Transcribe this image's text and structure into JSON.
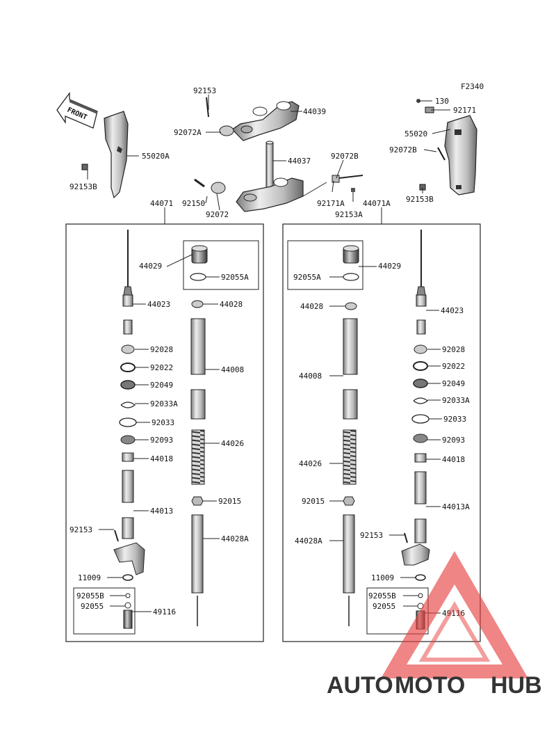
{
  "diagram": {
    "code": "F2340",
    "front_label": "FRONT",
    "watermark": {
      "part1": "AUTO",
      "part2": "MOTO",
      "part3": "HUB",
      "color1": "#f3b34a",
      "color2": "#e23b3b",
      "color3": "#555555"
    },
    "labels": {
      "l92153_top": "92153",
      "l44039": "44039",
      "l92072A": "92072A",
      "l44037": "44037",
      "l92072B_mid": "92072B",
      "l92150": "92150",
      "l92072": "92072",
      "l92171A": "92171A",
      "l92153A": "92153A",
      "l44071": "44071",
      "l44071A": "44071A",
      "l55020A": "55020A",
      "l92153B_left": "92153B",
      "l130": "130",
      "l92171": "92171",
      "l55020": "55020",
      "l92072B_right": "92072B",
      "l92153B_right": "92153B",
      "L_44029": "44029",
      "L_92055A": "92055A",
      "L_44023": "44023",
      "L_44028": "44028",
      "L_92028": "92028",
      "L_92022": "92022",
      "L_44008": "44008",
      "L_92049": "92049",
      "L_92033A": "92033A",
      "L_92033": "92033",
      "L_92093": "92093",
      "L_44026": "44026",
      "L_44018": "44018",
      "L_92015": "92015",
      "L_44013": "44013",
      "L_92153": "92153",
      "L_44028A": "44028A",
      "L_11009": "11009",
      "L_92055B": "92055B",
      "L_92055": "92055",
      "L_49116": "49116",
      "R_44029": "44029",
      "R_92055A": "92055A",
      "R_44028": "44028",
      "R_44023": "44023",
      "R_44008": "44008",
      "R_92028": "92028",
      "R_92022": "92022",
      "R_92049": "92049",
      "R_92033A": "92033A",
      "R_92033": "92033",
      "R_44026": "44026",
      "R_92093": "92093",
      "R_44018": "44018",
      "R_92015": "92015",
      "R_44013A": "44013A",
      "R_92153": "92153",
      "R_44028A": "44028A",
      "R_11009": "11009",
      "R_92055B": "92055B",
      "R_92055": "92055",
      "R_49116": "49116"
    }
  }
}
